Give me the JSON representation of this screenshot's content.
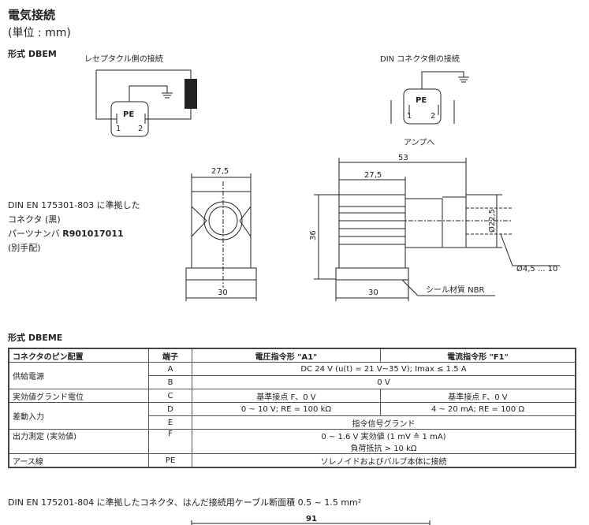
{
  "title": "電気接続",
  "unit": "(単位 : mm)",
  "type_dbem": "形式 DBEM",
  "type_dbeme": "形式 DBEME",
  "diagram": {
    "receptacle_label": "レセプタクル側の接続",
    "din_label": "DIN コネクタ側の接続",
    "amp_label": "アンプへ",
    "pe": "PE",
    "pin1": "1",
    "pin2": "2",
    "dim_27_5": "27,5",
    "dim_30": "30",
    "dim_53": "53",
    "dim_36": "36",
    "dim_d22_5": "Ø22,5",
    "dim_cable": "Ø4,5 ... 10",
    "seal": "シール材質 NBR",
    "dim_91": "91"
  },
  "connector_note": {
    "line1": "DIN EN 175301-803 に準拠した",
    "line2": "コネクタ (黒)",
    "line3_prefix": "パーツナンバ ",
    "part_no": "R901017011",
    "line4": "(別手配)"
  },
  "table": {
    "headers": [
      "コネクタのピン配置",
      "端子",
      "電圧指令形 \"A1\"",
      "電流指令形 \"F1\""
    ],
    "rows": {
      "supply": "供給電源",
      "a": "A",
      "a_val": "DC 24 V (u(t) = 21 V~35 V); Imax ≤ 1.5 A",
      "b": "B",
      "b_val": "0 V",
      "ground": "実効値グランド電位",
      "c": "C",
      "c_a1": "基準接点 F、0 V",
      "c_f1": "基準接点 F、0 V",
      "diff": "差動入力",
      "d": "D",
      "d_a1": "0 ~ 10 V; RE = 100 kΩ",
      "d_f1": "4 ~ 20 mA; RE = 100 Ω",
      "e": "E",
      "e_val": "指令信号グランド",
      "out": "出力測定 (実効値)",
      "f": "F",
      "f_val1": "0 ~ 1.6 V 実効値 (1 mV ≙ 1 mA)",
      "f_val2": "負荷抵抗 > 10 kΩ",
      "earth": "アース線",
      "pe": "PE",
      "pe_val": "ソレノイドおよびバルブ本体に接続"
    }
  },
  "footer_note": "DIN EN 175201-804 に準拠したコネクタ、はんだ接続用ケーブル断面積 0.5 ~ 1.5 mm²"
}
